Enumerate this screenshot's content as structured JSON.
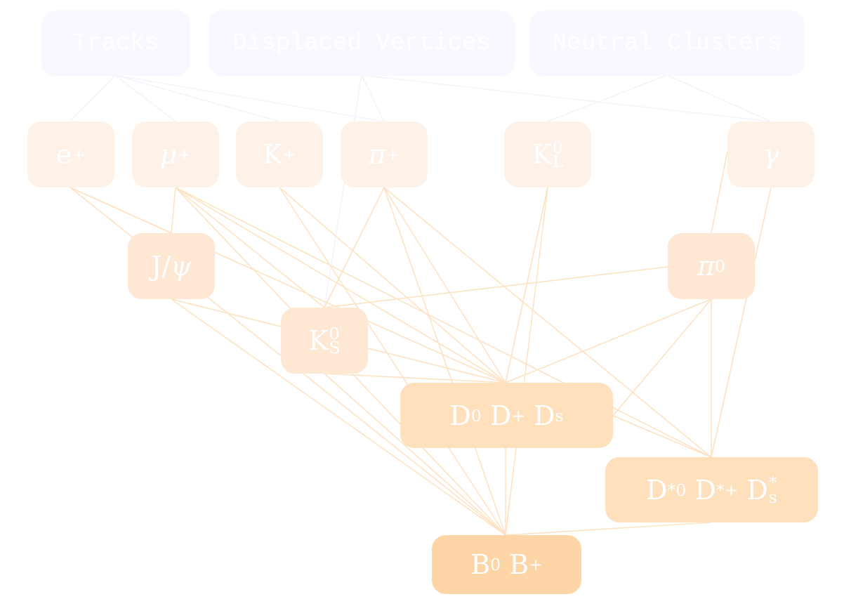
{
  "colors": {
    "detector": "#f9f7ff",
    "level1": "#fef1e8",
    "level2": "#fee8d4",
    "level3": "#fee0c0",
    "level4": "#fdd5a6",
    "edge_detector": "#f4f2fb",
    "edge_particle": "#fde3c4"
  },
  "nodes": {
    "tracks": {
      "label": "Tracks"
    },
    "displaced": {
      "label": "Displaced Vertices"
    },
    "neutral": {
      "label": "Neutral Clusters"
    },
    "e": {
      "base": "e",
      "sup": "+"
    },
    "mu": {
      "base": "μ",
      "sup": "+"
    },
    "k": {
      "base": "K",
      "sup": "+"
    },
    "pi": {
      "base": "π",
      "sup": "+"
    },
    "kl": {
      "base": "K",
      "sup": "0",
      "sub": "L"
    },
    "gamma": {
      "base": "γ"
    },
    "jpsi": {
      "base": "J/",
      "base2": "ψ"
    },
    "pi0": {
      "base": "π",
      "sup": "0"
    },
    "ks": {
      "base": "K",
      "sup": "0",
      "sub": "S"
    },
    "d": {
      "p1": "D",
      "s1": "0",
      "p2": "D",
      "s2": "+",
      "p3": "D",
      "b3": "s"
    },
    "dstar": {
      "p1": "D",
      "s1": "*0",
      "p2": "D",
      "s2": "*+",
      "p3": "D",
      "s3": "*",
      "b3": "s"
    },
    "b": {
      "p1": "B",
      "s1": "0",
      "p2": "B",
      "s2": "+"
    }
  },
  "edges": [
    [
      "tracks",
      "e"
    ],
    [
      "tracks",
      "mu"
    ],
    [
      "tracks",
      "k"
    ],
    [
      "tracks",
      "pi"
    ],
    [
      "displaced",
      "pi"
    ],
    [
      "displaced",
      "gamma"
    ],
    [
      "neutral",
      "kl"
    ],
    [
      "neutral",
      "gamma"
    ],
    [
      "e",
      "jpsi"
    ],
    [
      "e",
      "d"
    ],
    [
      "mu",
      "jpsi"
    ],
    [
      "mu",
      "d"
    ],
    [
      "mu",
      "dstar"
    ],
    [
      "mu",
      "b"
    ],
    [
      "k",
      "d"
    ],
    [
      "k",
      "b"
    ],
    [
      "pi",
      "ks"
    ],
    [
      "pi",
      "d"
    ],
    [
      "pi",
      "dstar"
    ],
    [
      "pi",
      "b"
    ],
    [
      "pi",
      "b2"
    ],
    [
      "kl",
      "d"
    ],
    [
      "kl",
      "b"
    ],
    [
      "gamma",
      "pi0"
    ],
    [
      "gamma",
      "b"
    ],
    [
      "jpsi",
      "b"
    ],
    [
      "jpsi",
      "d"
    ],
    [
      "pi0",
      "ks"
    ],
    [
      "pi0",
      "d"
    ],
    [
      "pi0",
      "dstar"
    ],
    [
      "pi0",
      "b"
    ],
    [
      "pi0",
      "dstarL"
    ],
    [
      "ks",
      "d"
    ],
    [
      "ks",
      "b"
    ],
    [
      "ks",
      "b2"
    ],
    [
      "d",
      "b"
    ],
    [
      "d",
      "dstar"
    ],
    [
      "dstar",
      "b"
    ],
    [
      "e",
      "b"
    ]
  ]
}
